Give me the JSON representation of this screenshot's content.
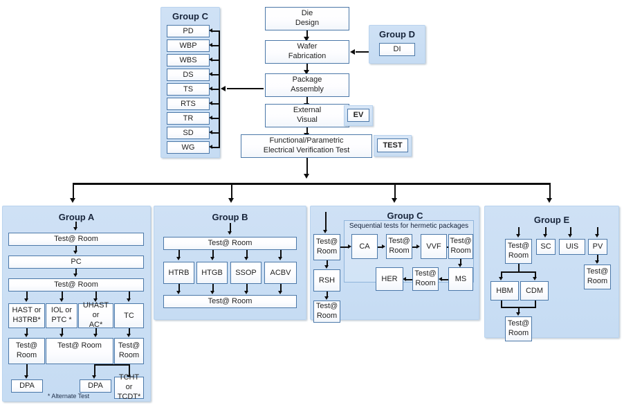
{
  "top_flow": {
    "die_design": "Die\nDesign",
    "die_design_l1": "Die",
    "die_design_l2": "Design",
    "wafer_fab_l1": "Wafer",
    "wafer_fab_l2": "Fabrication",
    "package_assembly_l1": "Package",
    "package_assembly_l2": "Assembly",
    "external_visual_l1": "External",
    "external_visual_l2": "Visual",
    "functional_test_l1": "Functional/Parametric",
    "functional_test_l2": "Electrical Verification Test",
    "ev_badge": "EV",
    "test_badge": "TEST"
  },
  "group_c_top": {
    "title": "Group C",
    "items": [
      "PD",
      "WBP",
      "WBS",
      "DS",
      "TS",
      "RTS",
      "TR",
      "SD",
      "WG"
    ]
  },
  "group_d": {
    "title": "Group D",
    "items": [
      "DI"
    ]
  },
  "group_a": {
    "title": "Group A",
    "test_room_1": "Test@ Room",
    "pc": "PC",
    "test_room_2": "Test@ Room",
    "stress": [
      {
        "l1": "HAST or",
        "l2": "H3TRB*"
      },
      {
        "l1": "IOL or",
        "l2": "PTC *"
      },
      {
        "l1": "UHAST or",
        "l2": "AC*"
      },
      {
        "l1": "TC",
        "l2": ""
      }
    ],
    "test_room_left_l1": "Test@",
    "test_room_left_l2": "Room",
    "test_room_mid": "Test@ Room",
    "test_room_right_l1": "Test@",
    "test_room_right_l2": "Room",
    "dpa_left": "DPA",
    "dpa_mid": "DPA",
    "tcht_l1": "TCHT or",
    "tcht_l2": "TCDT*",
    "footnote": "* Alternate Test"
  },
  "group_b": {
    "title": "Group B",
    "test_room_top": "Test@ Room",
    "tests": [
      "HTRB",
      "HTGB",
      "SSOP",
      "ACBV"
    ],
    "test_room_bottom": "Test@ Room"
  },
  "group_c_bottom": {
    "title": "Group C",
    "inner_title": "Sequential tests for hermetic packages",
    "left_test_room_l1": "Test@",
    "left_test_room_l2": "Room",
    "rsh": "RSH",
    "bottom_test_room_l1": "Test@",
    "bottom_test_room_l2": "Room",
    "ca": "CA",
    "seq_test_room_1_l1": "Test@",
    "seq_test_room_1_l2": "Room",
    "vvf": "VVF",
    "seq_test_room_2_l1": "Test@",
    "seq_test_room_2_l2": "Room",
    "ms": "MS",
    "seq_test_room_3_l1": "Test@",
    "seq_test_room_3_l2": "Room",
    "her": "HER"
  },
  "group_e": {
    "title": "Group E",
    "test_room_top_l1": "Test@",
    "test_room_top_l2": "Room",
    "sc": "SC",
    "uis": "UIS",
    "pv": "PV",
    "hbm": "HBM",
    "cdm": "CDM",
    "test_room_bottom_l1": "Test@",
    "test_room_bottom_l2": "Room",
    "pv_test_room_l1": "Test@",
    "pv_test_room_l2": "Room"
  },
  "colors": {
    "panel_fill": "#cfe1f5",
    "node_border": "#4a77a8",
    "connector": "#0d0d0d",
    "badge_fill": "#d8e6f7"
  }
}
